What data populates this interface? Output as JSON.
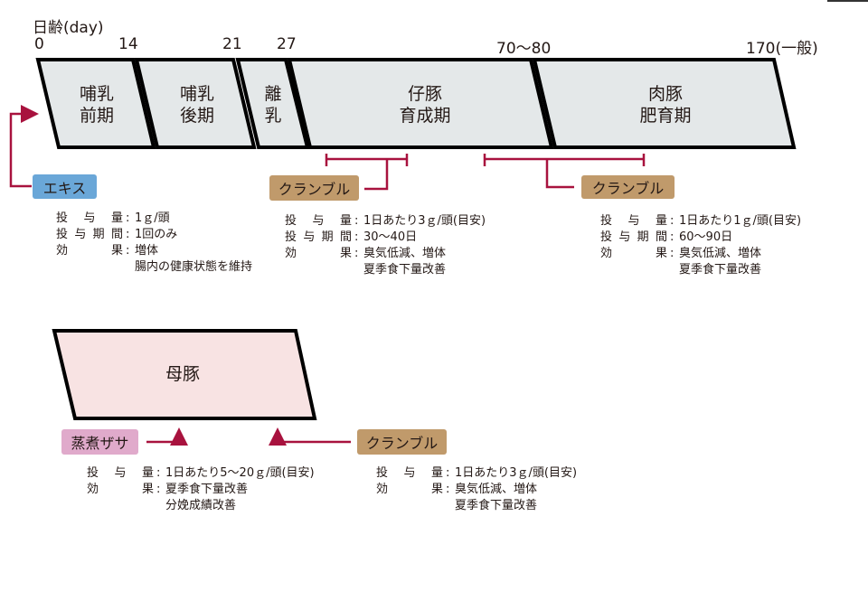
{
  "axis": {
    "title": "日齢(day)",
    "ticks": [
      "0",
      "14",
      "21",
      "27",
      "70〜80",
      "170(一般)"
    ]
  },
  "stages": [
    {
      "line1": "哺乳",
      "line2": "前期"
    },
    {
      "line1": "哺乳",
      "line2": "後期"
    },
    {
      "line1": "離",
      "line2": "乳"
    },
    {
      "line1": "仔豚",
      "line2": "育成期"
    },
    {
      "line1": "肉豚",
      "line2": "肥育期"
    }
  ],
  "sow": {
    "label": "母豚"
  },
  "products": {
    "extract": {
      "label": "エキス",
      "color": "#6aa7d8"
    },
    "crumble1": {
      "label": "クランブル",
      "color": "#c09a6b"
    },
    "crumble2": {
      "label": "クランブル",
      "color": "#c09a6b"
    },
    "steamed": {
      "label": "蒸煮ザサ",
      "color": "#e0aacb"
    },
    "crumble3": {
      "label": "クランブル",
      "color": "#c09a6b"
    }
  },
  "colors": {
    "stage_fill": "#e4e8e9",
    "sow_fill": "#f8e3e3",
    "arrow": "#a8123e"
  },
  "info": {
    "extract": {
      "dose_label": "投 与 量",
      "dose": "1ｇ/頭",
      "period_label": "投与期間",
      "period": "1回のみ",
      "effect_label": "効　　果",
      "effect1": "増体",
      "effect2": "腸内の健康状態を維持"
    },
    "crumble1": {
      "dose_label": "投 与 量",
      "dose": "1日あたり3ｇ/頭(目安)",
      "period_label": "投与期間",
      "period": "30〜40日",
      "effect_label": "効　　果",
      "effect1": "臭気低減、増体",
      "effect2": "夏季食下量改善"
    },
    "crumble2": {
      "dose_label": "投 与 量",
      "dose": "1日あたり1ｇ/頭(目安)",
      "period_label": "投与期間",
      "period": "60〜90日",
      "effect_label": "効　　果",
      "effect1": "臭気低減、増体",
      "effect2": "夏季食下量改善"
    },
    "steamed": {
      "dose_label": "投 与 量",
      "dose": "1日あたり5〜20ｇ/頭(目安)",
      "effect_label": "効　　果",
      "effect1": "夏季食下量改善",
      "effect2": "分娩成績改善"
    },
    "crumble3": {
      "dose_label": "投 与 量",
      "dose": "1日あたり3ｇ/頭(目安)",
      "effect_label": "効　　果",
      "effect1": "臭気低減、増体",
      "effect2": "夏季食下量改善"
    }
  }
}
